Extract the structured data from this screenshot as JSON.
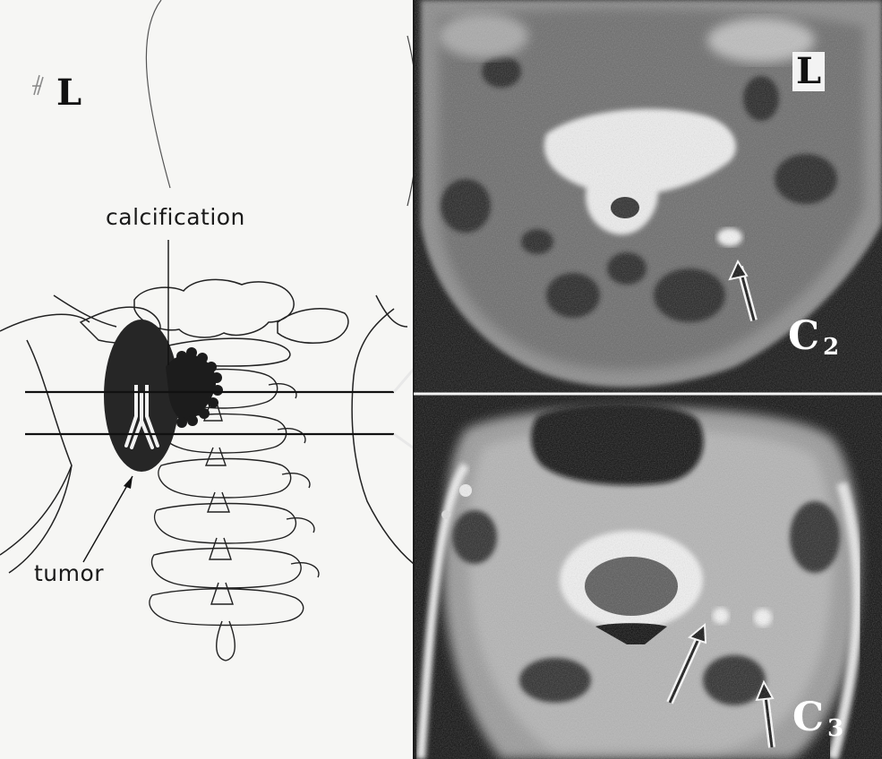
{
  "figure": {
    "drawing": {
      "orientation_label": "L",
      "label_calcification": "calcification",
      "label_tumor": "tumor"
    },
    "ct_upper": {
      "orientation_label": "L",
      "level_letter": "C",
      "level_number": "2"
    },
    "ct_lower": {
      "level_letter": "C",
      "level_number": "3"
    }
  }
}
